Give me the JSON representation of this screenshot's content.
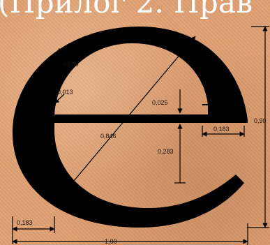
{
  "header": {
    "title_fragment": "(Прилог 2. Прав"
  },
  "symbol": {
    "glyph": "e",
    "name": "estimated-sign"
  },
  "dimensions": {
    "stroke_top": "0,085",
    "stroke_left": "0,013",
    "bar_gap": "0,025",
    "diameter": "0,846",
    "lower_height": "0,283",
    "right_offset": "0,183",
    "height": "0,90",
    "left_offset": "0,183",
    "width": "1,00"
  },
  "colors": {
    "background": "#e0a173",
    "ink": "#000000",
    "header": "#ffffff"
  }
}
